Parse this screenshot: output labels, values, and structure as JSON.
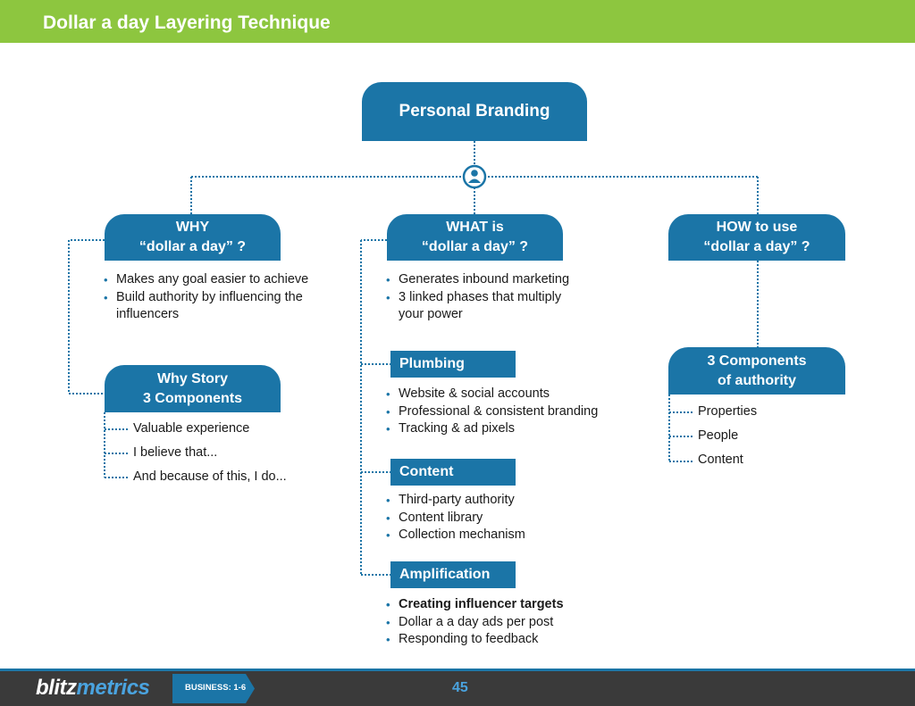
{
  "header": {
    "title": "Dollar a day Layering Technique"
  },
  "root": {
    "label": "Personal Branding"
  },
  "why": {
    "title_line1": "WHY",
    "title_line2": "“dollar a day” ?",
    "bullets": [
      "Makes any goal easier to achieve",
      "Build authority by influencing the",
      "influencers"
    ]
  },
  "why_story": {
    "title_line1": "Why Story",
    "title_line2": "3 Components",
    "items": [
      "Valuable experience",
      "I believe that...",
      "And because of this, I do..."
    ]
  },
  "what": {
    "title_line1": "WHAT is",
    "title_line2": "“dollar a day” ?",
    "bullets": [
      "Generates inbound marketing",
      "3 linked phases that multiply",
      "your power"
    ]
  },
  "plumbing": {
    "title": "Plumbing",
    "bullets": [
      "Website & social accounts",
      "Professional & consistent branding",
      "Tracking & ad pixels"
    ]
  },
  "content": {
    "title": "Content",
    "bullets": [
      "Third-party authority",
      "Content library",
      "Collection mechanism"
    ]
  },
  "amplification": {
    "title": "Amplification",
    "bullets": [
      "Creating influencer targets",
      "Dollar a a day ads per post",
      "Responding to feedback"
    ]
  },
  "how": {
    "title_line1": "HOW to use",
    "title_line2": "“dollar a day” ?"
  },
  "authority": {
    "title_line1": "3 Components",
    "title_line2": "of authority",
    "items": [
      "Properties",
      "People",
      "Content"
    ]
  },
  "footer": {
    "logo_part1": "blitz",
    "logo_part2": "metrics",
    "section": "BUSINESS: 1-6",
    "page_number": "45"
  },
  "icons": {
    "connector_hub": "person-icon"
  },
  "colors": {
    "header_green": "#8dc63f",
    "node_blue": "#1b75a7",
    "footer_dark": "#3a3a3a",
    "accent_blue": "#4aa3df"
  }
}
